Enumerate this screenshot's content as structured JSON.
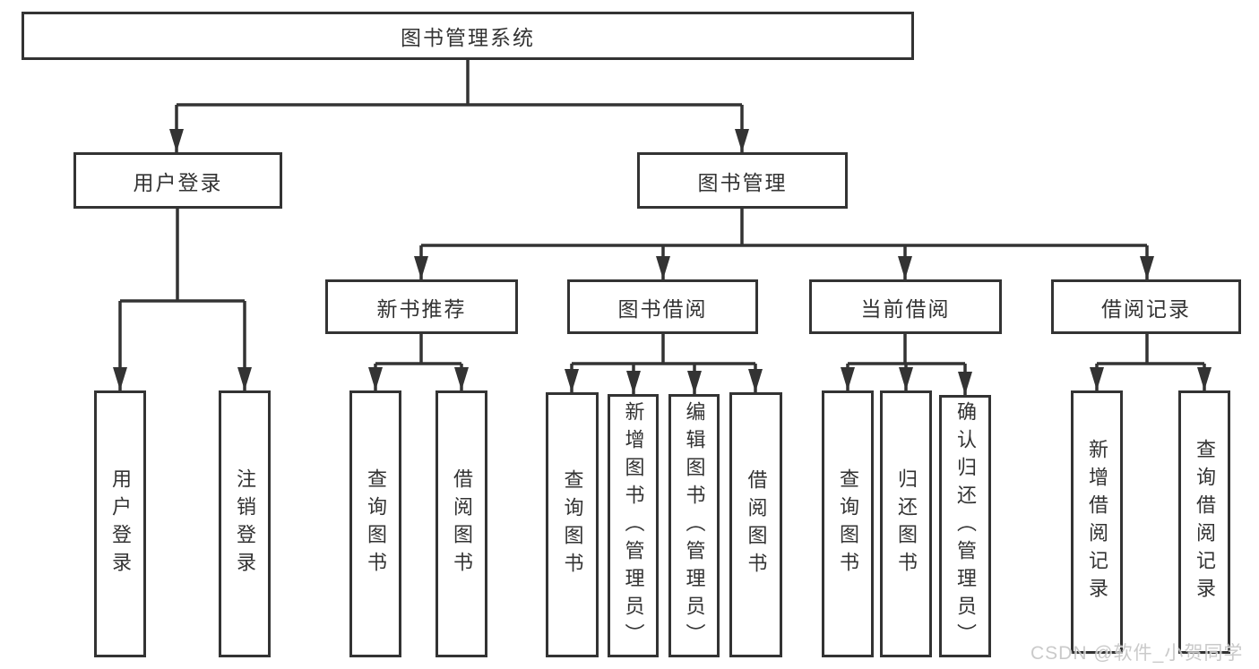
{
  "diagram": {
    "type": "tree",
    "title": "图书管理系统",
    "nodes": {
      "root": {
        "label": "图书管理系统"
      },
      "user_login": {
        "label": "用户登录"
      },
      "book_mgmt": {
        "label": "图书管理"
      },
      "new_book_rec": {
        "label": "新书推荐"
      },
      "book_borrow": {
        "label": "图书借阅"
      },
      "current_borrow": {
        "label": "当前借阅"
      },
      "borrow_records": {
        "label": "借阅记录"
      },
      "leaf_login": {
        "label": "用户登录"
      },
      "leaf_logout": {
        "label": "注销登录"
      },
      "rec_query": {
        "label": "查询图书"
      },
      "rec_borrow": {
        "label": "借阅图书"
      },
      "bb_query": {
        "label": "查询图书"
      },
      "bb_add": {
        "label": "新增图书（管理员）"
      },
      "bb_edit": {
        "label": "编辑图书（管理员）"
      },
      "bb_borrow": {
        "label": "借阅图书"
      },
      "cb_query": {
        "label": "查询图书"
      },
      "cb_return": {
        "label": "归还图书"
      },
      "cb_confirm": {
        "label": "确认归还（管理员）"
      },
      "br_add": {
        "label": "新增借阅记录"
      },
      "br_query": {
        "label": "查询借阅记录"
      }
    },
    "hierarchy": {
      "图书管理系统": {
        "用户登录": [
          "用户登录",
          "注销登录"
        ],
        "图书管理": {
          "新书推荐": [
            "查询图书",
            "借阅图书"
          ],
          "图书借阅": [
            "查询图书",
            "新增图书（管理员）",
            "编辑图书（管理员）",
            "借阅图书"
          ],
          "当前借阅": [
            "查询图书",
            "归还图书",
            "确认归还（管理员）"
          ],
          "借阅记录": [
            "新增借阅记录",
            "查询借阅记录"
          ]
        }
      }
    }
  },
  "watermark": {
    "text": "CSDN @软件_小贺同学"
  },
  "colors": {
    "line": "#333333",
    "box_fill": "#ffffff",
    "text": "#333333",
    "background": "#ffffff",
    "watermark": "#c5c5c5"
  }
}
